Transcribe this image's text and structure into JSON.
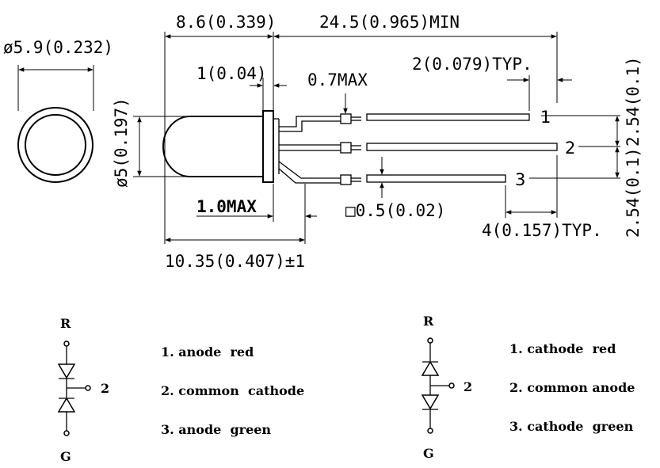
{
  "dimensions": {
    "lens_diameter": "ø5.9(0.232)",
    "body_diameter": "ø5(0.197)",
    "body_length": "8.6(0.339)",
    "lead_length": "24.5(0.965)MIN",
    "flange": "1(0.04)",
    "stub": "0.7MAX",
    "lead_spacing_typ": "2(0.079)TYP.",
    "pitch_upper": "2.54(0.1)",
    "pitch_lower": "2.54(0.1)",
    "flange_max": "1.0MAX",
    "lead_square": "□0.5(0.02)",
    "kink_typ": "4(0.157)TYP.",
    "overall": "10.35(0.407)±1"
  },
  "pins": [
    "1",
    "2",
    "3"
  ],
  "schematic_left": {
    "top_label": "R",
    "bottom_label": "G",
    "middle_pin": "2",
    "legend": [
      "1. anode  red",
      "2. common  cathode",
      "3. anode  green"
    ]
  },
  "schematic_right": {
    "top_label": "R",
    "bottom_label": "G",
    "middle_pin": "2",
    "legend": [
      "1. cathode  red",
      "2. common anode",
      "3. cathode  green"
    ]
  }
}
